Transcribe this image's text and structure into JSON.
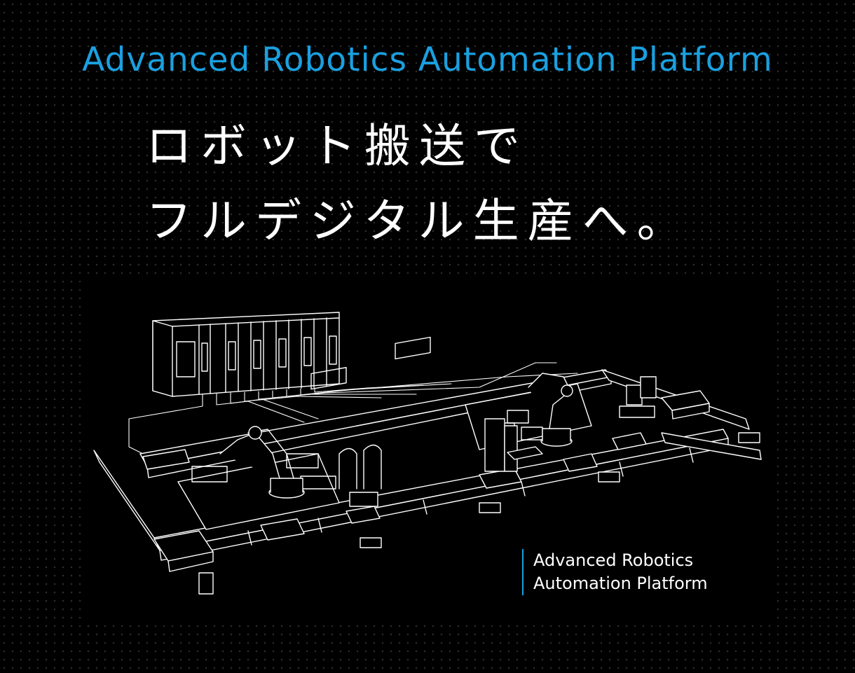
{
  "header": {
    "title": "Advanced Robotics Automation Platform"
  },
  "headline": {
    "line1": "ロボット搬送で",
    "line2": "フルデジタル生産へ。"
  },
  "caption": {
    "line1": "Advanced Robotics",
    "line2": "Automation Platform"
  },
  "colors": {
    "accent": "#1aa0e0",
    "background": "#000000",
    "line_art": "#ffffff"
  }
}
